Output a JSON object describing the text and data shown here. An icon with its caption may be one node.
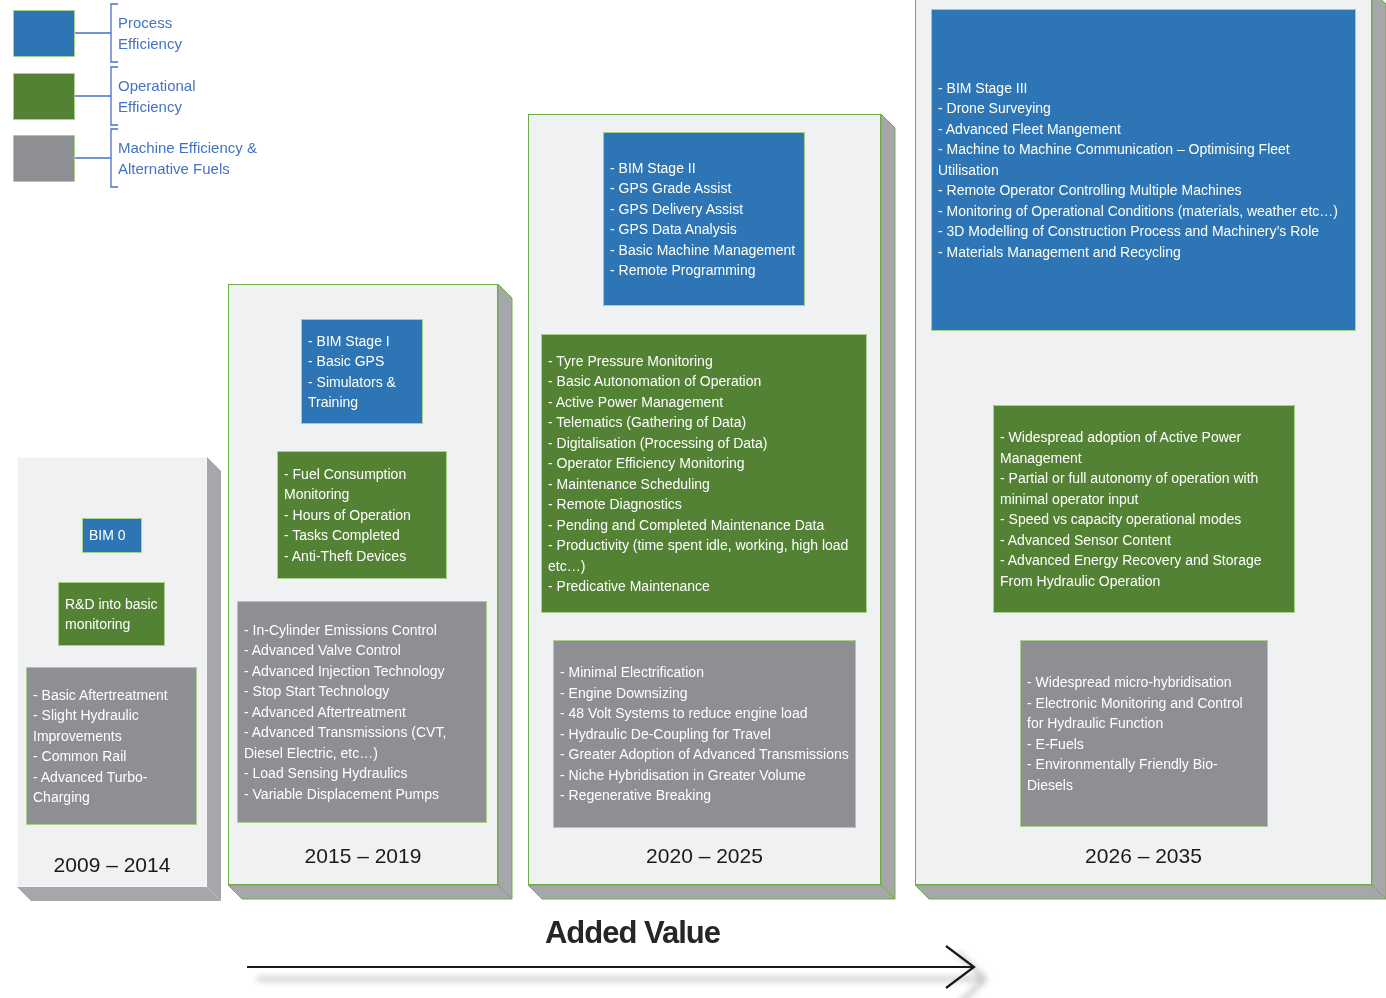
{
  "diagram": {
    "nodes": [
      {
        "text": [
          "2009 – 2014"
        ]
      },
      {
        "text": [
          "BIM 0"
        ],
        "in": 0
      },
      {
        "text": [
          "R&D into basic monitoring"
        ],
        "in": 0
      },
      {
        "text": [
          "- Basic Aftertreatment",
          "- Slight Hydraulic Improvements",
          "- Common Rail",
          "- Advanced Turbo-Charging"
        ],
        "in": 0
      },
      {
        "text": [
          "2015 – 2019"
        ]
      },
      {
        "text": [
          "- BIM Stage I",
          "- Basic GPS",
          "- Simulators & Training"
        ],
        "in": 4
      },
      {
        "text": [
          "- Fuel Consumption Monitoring",
          "- Hours of Operation",
          "- Tasks Completed",
          "- Anti-Theft Devices"
        ],
        "in": 4
      },
      {
        "text": [
          "- In-Cylinder Emissions Control",
          "- Advanced Valve Control",
          "- Advanced Injection Technology",
          "- Stop Start Technology",
          "- Advanced Aftertreatment",
          "- Advanced Transmissions (CVT, Diesel Electric, etc…)",
          "- Load Sensing Hydraulics",
          "- Variable Displacement Pumps"
        ],
        "in": 4
      },
      {
        "text": [
          "2020 – 2025"
        ]
      },
      {
        "text": [
          "- BIM Stage II",
          "- GPS Grade Assist",
          "- GPS Delivery Assist",
          "- GPS Data Analysis",
          "- Basic Machine Management",
          "- Remote Programming"
        ],
        "in": 8
      },
      {
        "text": [
          "- Tyre Pressure Monitoring",
          "- Basic Autonomation of Operation",
          "- Active Power Management",
          "- Telematics (Gathering of Data)",
          "- Digitalisation (Processing of Data)",
          "- Operator Efficiency Monitoring",
          "- Maintenance Scheduling",
          "- Remote Diagnostics",
          "- Pending and Completed Maintenance Data",
          "- Productivity (time spent idle, working, high load etc…)",
          "- Predicative Maintenance"
        ],
        "in": 8
      },
      {
        "text": [
          "- Minimal Electrification",
          "- Engine Downsizing",
          "- 48 Volt Systems to reduce engine load",
          "- Hydraulic De-Coupling for Travel",
          "- Greater Adoption of Advanced Transmissions",
          "- Niche Hybridisation in Greater Volume",
          "- Regenerative Breaking"
        ],
        "in": 8
      },
      {
        "text": [
          "2026 – 2035"
        ]
      },
      {
        "text": [
          "- BIM Stage III",
          "- Drone Surveying",
          "- Advanced Fleet Mangement",
          "- Machine to Machine Communication – Optimising Fleet Utilisation",
          "- Remote Operator Controlling Multiple Machines",
          "- Monitoring of Operational Conditions (materials, weather etc…)",
          "- 3D Modelling of Construction Process and Machinery’s Role",
          "- Materials Management and Recycling"
        ],
        "in": 12
      },
      {
        "text": [
          "- Widespread adoption of Active Power Management",
          "- Partial or full autonomy of operation with minimal operator input",
          "- Speed vs capacity operational modes",
          "- Advanced Sensor Content",
          "- Advanced Energy Recovery and Storage From Hydraulic Operation"
        ],
        "in": 12
      },
      {
        "text": [
          "- Widespread micro-hybridisation",
          "- Electronic Monitoring and Control for Hydraulic Function",
          "- E-Fuels",
          "- Environmentally Friendly Bio-Diesels"
        ],
        "in": 12
      }
    ],
    "labels": [
      "Added Value"
    ],
    "legend": [
      {
        "text": "Process Efficiency",
        "color": "#2e75b6"
      },
      {
        "text": "Operational Efficiency",
        "color": "#548235"
      },
      {
        "text": "Machine Efficiency & Alternative Fuels",
        "color": "#8e8f93"
      }
    ]
  }
}
